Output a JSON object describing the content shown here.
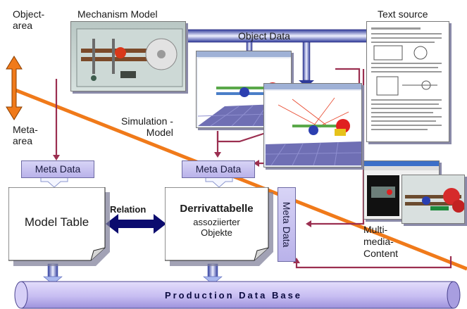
{
  "labels": {
    "object_area": "Object-\narea",
    "meta_area": "Meta-\narea",
    "mechanism_model": "Mechanism Model",
    "text_source": "Text source",
    "object_data": "Object Data",
    "simulation_model": "Simulation -\nModel",
    "meta_data_left": "Meta Data",
    "meta_data_mid": "Meta Data",
    "meta_data_vertical": "Meta Data",
    "model_table": "Model Table",
    "relation": "Relation",
    "derivat_title": "Derrivattabelle",
    "derivat_sub": "assoziierter\nObjekte",
    "multimedia": "Multi-\nmedia-\nContent",
    "production_db": "Production Data Base"
  },
  "colors": {
    "orange_line": "#f07a1a",
    "maroon_connector": "#9b2f50",
    "dark_navy": "#0b0b6e",
    "light_arrow": "#b9c6f2",
    "db_fill": "#c9bff3",
    "meta_fill": "#c9c2f2"
  }
}
